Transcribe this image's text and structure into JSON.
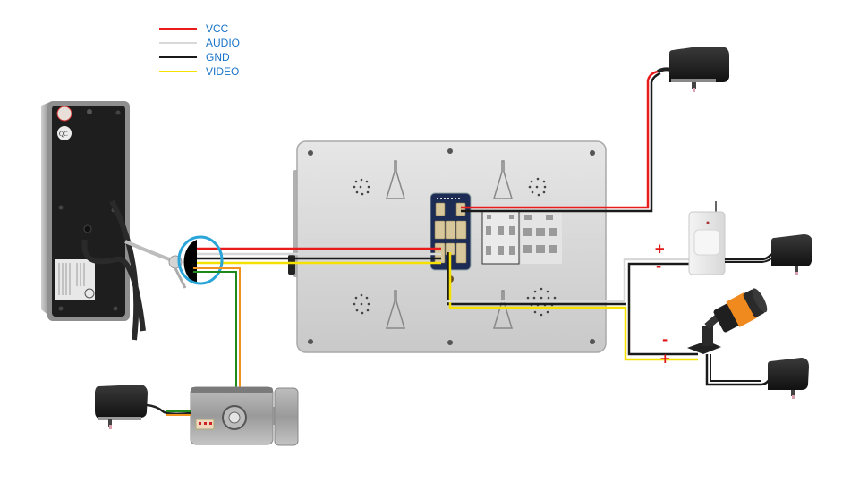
{
  "legend": [
    {
      "label": "VCC",
      "color": "#e81c1c"
    },
    {
      "label": "AUDIO",
      "color": "#d8d8d8"
    },
    {
      "label": "GND",
      "color": "#1a1a1a"
    },
    {
      "label": "VIDEO",
      "color": "#f5e000"
    }
  ],
  "wire_colors": {
    "vcc": "#e81c1c",
    "audio": "#d8d8d8",
    "gnd": "#1a1a1a",
    "video": "#f5e000",
    "lock_green": "#1e8a1e",
    "lock_orange": "#f2921e",
    "highlight_circle": "#2aa5d8"
  },
  "components": {
    "outdoor_unit": "Outdoor door camera (rear view)",
    "indoor_monitor": "Indoor video monitor (rear view)",
    "power_adapter_monitor": "Power adapter (monitor)",
    "pir_sensor": "Wireless PIR motion sensor",
    "cctv_camera": "CCTV camera",
    "electric_lock": "Electric lock",
    "power_adapter_sensor": "Power adapter (sensor)",
    "power_adapter_camera": "Power adapter (camera)",
    "power_adapter_lock": "Power adapter (lock)"
  },
  "polarity": {
    "sensor_plus": "+",
    "sensor_minus": "-",
    "camera_minus": "-",
    "camera_plus": "+"
  },
  "badges": {
    "qc": "QC"
  }
}
